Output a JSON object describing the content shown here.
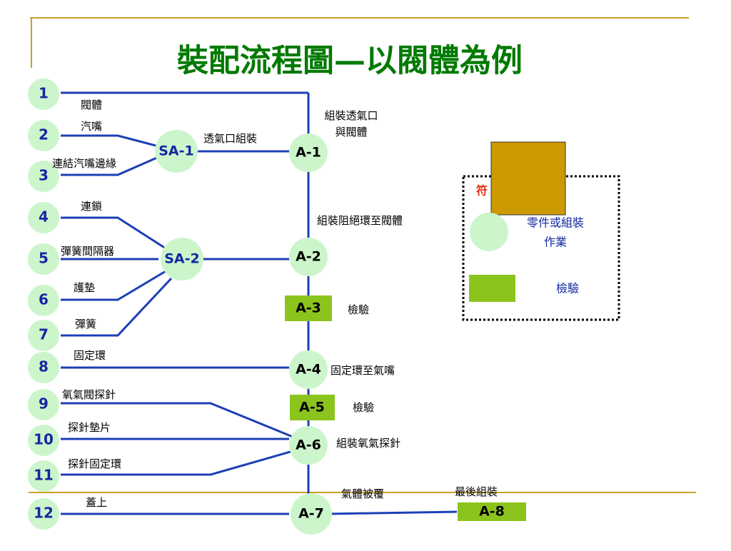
{
  "title": "裝配流程圖—以閥體為例",
  "parts": [
    {
      "num": "1",
      "label": "閥體"
    },
    {
      "num": "2",
      "label": "汽嘴"
    },
    {
      "num": "3",
      "label": "連結汽嘴邊緣"
    },
    {
      "num": "4",
      "label": "連鎖"
    },
    {
      "num": "5",
      "label": "彈簧間隔器"
    },
    {
      "num": "6",
      "label": "護墊"
    },
    {
      "num": "7",
      "label": "彈簧"
    },
    {
      "num": "8",
      "label": "固定環"
    },
    {
      "num": "9",
      "label": "氧氣閥探針"
    },
    {
      "num": "10",
      "label": "探針墊片"
    },
    {
      "num": "11",
      "label": "探針固定環"
    },
    {
      "num": "12",
      "label": "蓋上"
    }
  ],
  "operations": [
    {
      "id": "SA-1",
      "desc": "透氣口組裝"
    },
    {
      "id": "SA-2",
      "desc": ""
    },
    {
      "id": "A-1",
      "desc": "組裝透氣口\n與閥體"
    },
    {
      "id": "A-2",
      "desc": "組裝阻絕環至閥體"
    },
    {
      "id": "A-4",
      "desc": "固定環至氣嘴"
    },
    {
      "id": "A-6",
      "desc": "組裝氧氣探針"
    },
    {
      "id": "A-7",
      "desc": "氣體被覆"
    },
    {
      "id": "A-8",
      "desc": "最後組裝"
    }
  ],
  "inspections": [
    {
      "id": "A-3",
      "desc": "檢驗"
    },
    {
      "id": "A-5",
      "desc": "檢驗"
    }
  ],
  "a1_desc_line1": "組裝透氣口",
  "a1_desc_line2": "與閥體",
  "legend": {
    "title": "符",
    "operation_line1": "零件或組裝",
    "operation_line2": "作業",
    "inspection": "檢驗"
  },
  "colors": {
    "title": "#007a00",
    "line": "#1c3fb6",
    "circle": "#ccf5cc",
    "inspection_box": "#8cc41e",
    "gold_rule": "#c8a028",
    "legend_square": "#cc9900"
  }
}
